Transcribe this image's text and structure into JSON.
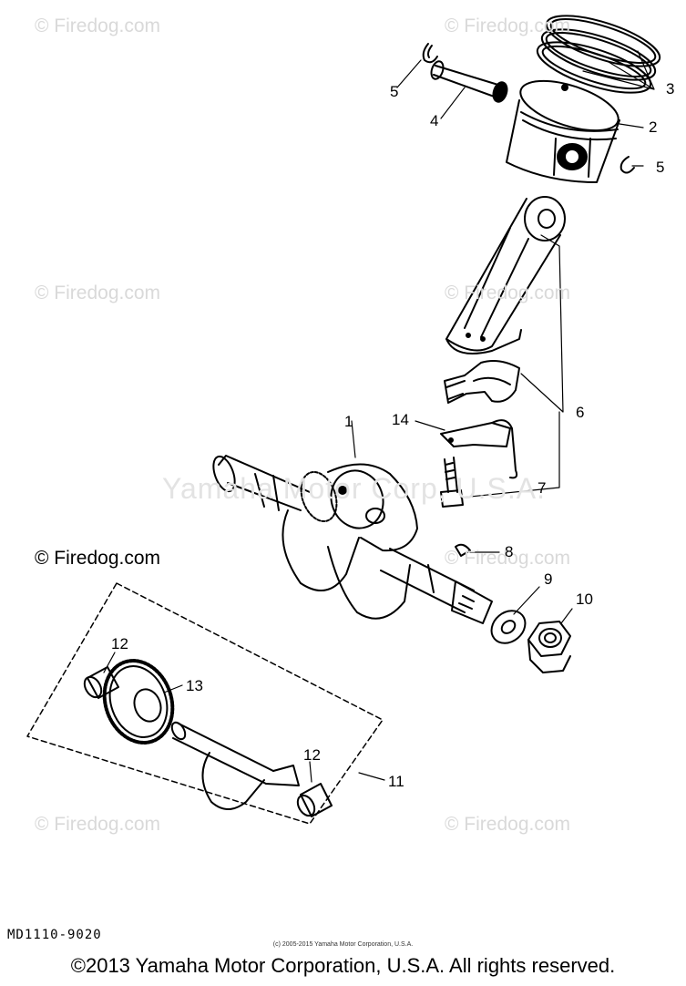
{
  "watermarks": {
    "w1": "© Firedog.com",
    "w2": "© Firedog.com",
    "w3": "© Firedog.com",
    "w4": "© Firedog.com",
    "w5": "© Firedog.com",
    "w6": "© Firedog.com",
    "w7": "© Firedog.com",
    "w8": "© Firedog.com",
    "center": "Yamaha Motor Corp, U.S.A."
  },
  "callouts": {
    "c1": "1",
    "c2": "2",
    "c3": "3",
    "c4": "4",
    "c5a": "5",
    "c5b": "5",
    "c6": "6",
    "c7": "7",
    "c8": "8",
    "c9": "9",
    "c10": "10",
    "c11": "11",
    "c12a": "12",
    "c12b": "12",
    "c13": "13",
    "c14": "14"
  },
  "footer": {
    "diagram_code": "MD1110-9020",
    "small_copyright": "(c) 2005-2015 Yamaha Motor Corporation, U.S.A.",
    "copyright": "©2013 Yamaha Motor Corporation, U.S.A. All rights reserved."
  }
}
